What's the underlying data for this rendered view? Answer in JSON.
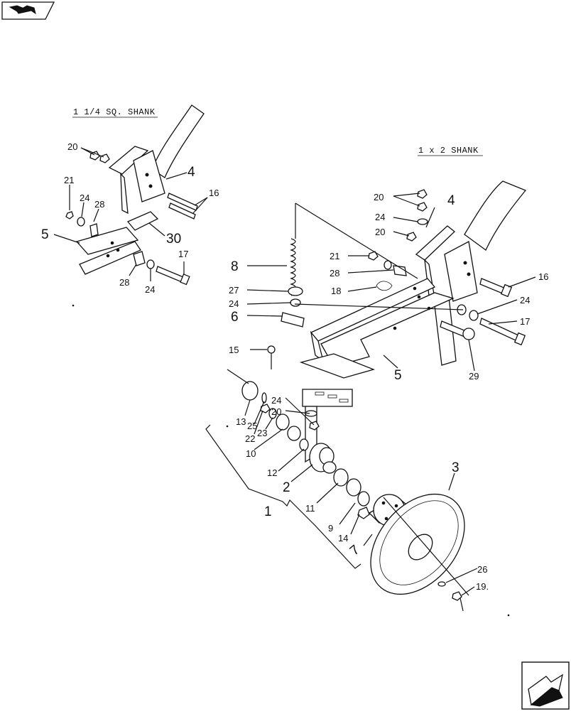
{
  "nav": {
    "top_left_icon": "book-arrow-icon",
    "bottom_right_icon": "next-page-arrow-icon"
  },
  "headers": {
    "small_shank": "1 1/4 SQ. SHANK",
    "large_shank": "1 x 2 SHANK"
  },
  "callouts": {
    "left": [
      {
        "id": "L20",
        "text": "20"
      },
      {
        "id": "L4",
        "text": "4"
      },
      {
        "id": "L21",
        "text": "21"
      },
      {
        "id": "L24a",
        "text": "24"
      },
      {
        "id": "L28a",
        "text": "28"
      },
      {
        "id": "L16",
        "text": "16"
      },
      {
        "id": "L5",
        "text": "5"
      },
      {
        "id": "L30",
        "text": "30"
      },
      {
        "id": "L17",
        "text": "17"
      },
      {
        "id": "L28b",
        "text": "28"
      },
      {
        "id": "L24b",
        "text": "24"
      }
    ],
    "right": [
      {
        "id": "R20a",
        "text": "20"
      },
      {
        "id": "R4",
        "text": "4"
      },
      {
        "id": "R24a",
        "text": "24"
      },
      {
        "id": "R20b",
        "text": "20"
      },
      {
        "id": "R21",
        "text": "21"
      },
      {
        "id": "R8",
        "text": "8"
      },
      {
        "id": "R28",
        "text": "28"
      },
      {
        "id": "R16",
        "text": "16"
      },
      {
        "id": "R18",
        "text": "18"
      },
      {
        "id": "R27",
        "text": "27"
      },
      {
        "id": "R24b",
        "text": "24"
      },
      {
        "id": "R24c",
        "text": "24"
      },
      {
        "id": "R6",
        "text": "6"
      },
      {
        "id": "R17",
        "text": "17"
      },
      {
        "id": "R15",
        "text": "15"
      },
      {
        "id": "R5",
        "text": "5"
      },
      {
        "id": "R29",
        "text": "29"
      },
      {
        "id": "R24d",
        "text": "24"
      },
      {
        "id": "R20c",
        "text": "20"
      },
      {
        "id": "R13",
        "text": "13"
      },
      {
        "id": "R25",
        "text": "25"
      },
      {
        "id": "R22",
        "text": "22"
      },
      {
        "id": "R23",
        "text": "23"
      },
      {
        "id": "R10",
        "text": "10"
      },
      {
        "id": "R12",
        "text": "12"
      },
      {
        "id": "R2",
        "text": "2"
      },
      {
        "id": "R3",
        "text": "3"
      },
      {
        "id": "R1",
        "text": "1"
      },
      {
        "id": "R11",
        "text": "11"
      },
      {
        "id": "R9",
        "text": "9"
      },
      {
        "id": "R14",
        "text": "14"
      },
      {
        "id": "R7",
        "text": "7"
      },
      {
        "id": "R26",
        "text": "26"
      },
      {
        "id": "R19",
        "text": "19."
      }
    ]
  }
}
